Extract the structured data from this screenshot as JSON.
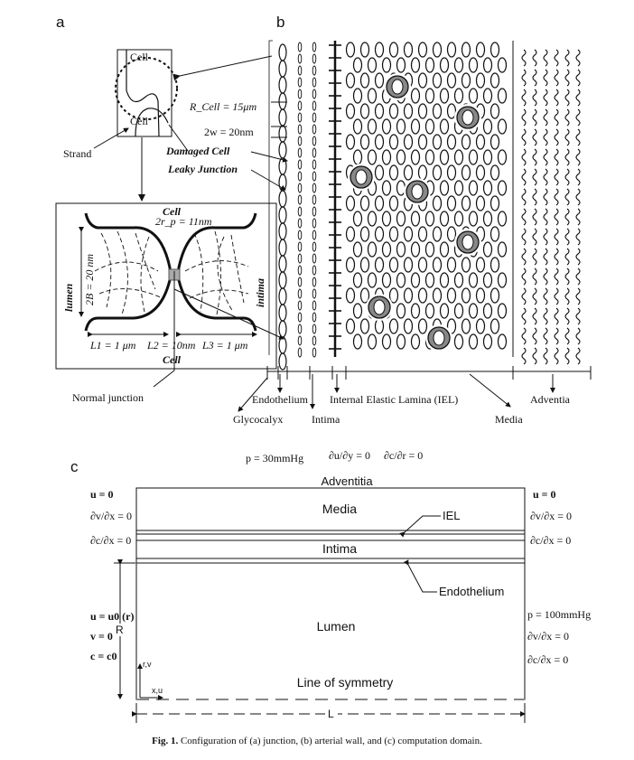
{
  "panel_labels": {
    "a": "a",
    "b": "b",
    "c": "c"
  },
  "panel_a": {
    "cell_top": "Cell",
    "cell_bottom": "Cell",
    "strand": "Strand",
    "r_cell": "R_Cell = 15μm",
    "two_w": "2w = 20nm",
    "damaged_cell": "Damaged Cell",
    "leaky_junction": "Leaky Junction",
    "detail_cell_top": "Cell",
    "two_rp": "2r_p = 11nm",
    "lumen": "lumen",
    "two_b": "2B = 20 nm",
    "intima": "intima",
    "l1": "L1 = 1 μm",
    "l2": "L2 = 10nm",
    "l3": "L3 = 1 μm",
    "detail_cell_bottom": "Cell",
    "normal_junction": "Normal junction"
  },
  "panel_b": {
    "endothelium": "Endothelium",
    "iel": "Internal Elastic Lamina (IEL)",
    "adventia": "Adventia",
    "glycocalyx": "Glycocalyx",
    "intima": "Intima",
    "media": "Media"
  },
  "panel_c": {
    "top_bc_p": "p = 30mmHg",
    "top_bc_du": "∂u/∂y = 0",
    "top_bc_dc": "∂c/∂r = 0",
    "adventitia": "Adventitia",
    "media": "Media",
    "iel": "IEL",
    "intima": "Intima",
    "endothelium": "Endothelium",
    "lumen": "Lumen",
    "symmetry": "Line of symmetry",
    "left_u0": "u = 0",
    "left_dv": "∂v/∂x = 0",
    "left_dc": "∂c/∂x = 0",
    "right_u0": "u = 0",
    "right_dv": "∂v/∂x = 0",
    "right_dc": "∂c/∂x = 0",
    "inlet_u": "u = u0 (r)",
    "inlet_v": "v = 0",
    "inlet_c": "c = c0",
    "outlet_p": "p = 100mmHg",
    "outlet_dv": "∂v/∂x = 0",
    "outlet_dc": "∂c/∂x = 0",
    "radius": "R",
    "length": "L",
    "axis_rv": "r,v",
    "axis_xu": "x,u"
  },
  "caption": {
    "label": "Fig. 1.",
    "text": "Configuration of (a) junction, (b) arterial wall, and (c) computation domain."
  }
}
